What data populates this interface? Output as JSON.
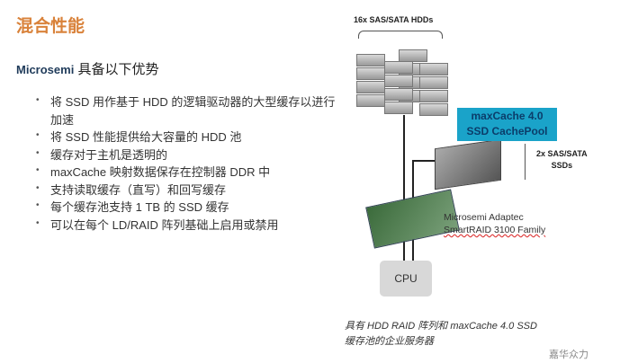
{
  "title": "混合性能",
  "subtitle": {
    "brand": "Microsemi",
    "text": " 具备以下优势"
  },
  "bullets": [
    "将 SSD 用作基于 HDD 的逻辑驱动器的大型缓存以进行加速",
    "将 SSD 性能提供给大容量的 HDD 池",
    "缓存对于主机是透明的",
    "maxCache 映射数据保存在控制器 DDR 中",
    "支持读取缓存（直写）和回写缓存",
    "每个缓存池支持 1 TB 的 SSD 缓存",
    "可以在每个 LD/RAID 阵列基础上启用或禁用"
  ],
  "diagram": {
    "hdd_label": "16x SAS/SATA HDDs",
    "maxcache_line1": "maxCache 4.0",
    "maxcache_line2": "SSD CachePool",
    "ssd_label_1": "2x SAS/SATA",
    "ssd_label_2": "SSDs",
    "controller_line1": "Microsemi Adaptec",
    "controller_line2": "SmartRAID 3100 Family",
    "cpu": "CPU",
    "caption_line1": "具有 HDD RAID 阵列和 maxCache 4.0 SSD",
    "caption_line2": "缓存池的企业服务器"
  },
  "watermark": "嘉华众力"
}
